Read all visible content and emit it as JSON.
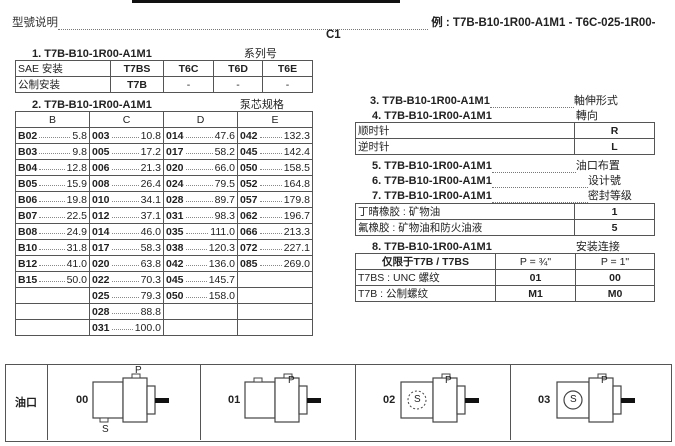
{
  "header": {
    "label": "型號说明",
    "example": "例 : T7B-B10-1R00-A1M1 - T6C-025-1R00-",
    "example_cont": "C1"
  },
  "s1": {
    "title": "1. T7B-B10-1R00-A1M1",
    "suffix": "系列号",
    "cols": [
      "",
      "T7BS",
      "T6C",
      "T6D",
      "T6E"
    ],
    "rows": [
      [
        "SAE 安装",
        "T7BS",
        "T6C",
        "T6D",
        "T6E"
      ],
      [
        "公制安装",
        "T7B",
        "-",
        "-",
        "-"
      ]
    ]
  },
  "s2": {
    "title": "2. T7B-B10-1R00-A1M1",
    "suffix": "泵芯规格",
    "cols": [
      "B",
      "C",
      "D",
      "E"
    ],
    "rows": [
      [
        [
          "B02",
          "5.8"
        ],
        [
          "003",
          "10.8"
        ],
        [
          "014",
          "47.6"
        ],
        [
          "042",
          "132.3"
        ]
      ],
      [
        [
          "B03",
          "9.8"
        ],
        [
          "005",
          "17.2"
        ],
        [
          "017",
          "58.2"
        ],
        [
          "045",
          "142.4"
        ]
      ],
      [
        [
          "B04",
          "12.8"
        ],
        [
          "006",
          "21.3"
        ],
        [
          "020",
          "66.0"
        ],
        [
          "050",
          "158.5"
        ]
      ],
      [
        [
          "B05",
          "15.9"
        ],
        [
          "008",
          "26.4"
        ],
        [
          "024",
          "79.5"
        ],
        [
          "052",
          "164.8"
        ]
      ],
      [
        [
          "B06",
          "19.8"
        ],
        [
          "010",
          "34.1"
        ],
        [
          "028",
          "89.7"
        ],
        [
          "057",
          "179.8"
        ]
      ],
      [
        [
          "B07",
          "22.5"
        ],
        [
          "012",
          "37.1"
        ],
        [
          "031",
          "98.3"
        ],
        [
          "062",
          "196.7"
        ]
      ],
      [
        [
          "B08",
          "24.9"
        ],
        [
          "014",
          "46.0"
        ],
        [
          "035",
          "111.0"
        ],
        [
          "066",
          "213.3"
        ]
      ],
      [
        [
          "B10",
          "31.8"
        ],
        [
          "017",
          "58.3"
        ],
        [
          "038",
          "120.3"
        ],
        [
          "072",
          "227.1"
        ]
      ],
      [
        [
          "B12",
          "41.0"
        ],
        [
          "020",
          "63.8"
        ],
        [
          "042",
          "136.0"
        ],
        [
          "085",
          "269.0"
        ]
      ],
      [
        [
          "B15",
          "50.0"
        ],
        [
          "022",
          "70.3"
        ],
        [
          "045",
          "145.7"
        ],
        [
          "",
          ""
        ]
      ],
      [
        [
          "",
          ""
        ],
        [
          "025",
          "79.3"
        ],
        [
          "050",
          "158.0"
        ],
        [
          "",
          ""
        ]
      ],
      [
        [
          "",
          ""
        ],
        [
          "028",
          "88.8"
        ],
        [
          "",
          ""
        ],
        [
          "",
          ""
        ]
      ],
      [
        [
          "",
          ""
        ],
        [
          "031",
          "100.0"
        ],
        [
          "",
          ""
        ],
        [
          "",
          ""
        ]
      ]
    ]
  },
  "s3": {
    "title": "3. T7B-B10-1R00-A1M1",
    "suffix": "軸伸形式"
  },
  "s4": {
    "title": "4. T7B-B10-1R00-A1M1",
    "suffix": "轉向",
    "rows": [
      [
        "顺时针",
        "R"
      ],
      [
        "逆时针",
        "L"
      ]
    ]
  },
  "s5": {
    "title": "5. T7B-B10-1R00-A1M1",
    "suffix": "油口布置"
  },
  "s6": {
    "title": "6. T7B-B10-1R00-A1M1",
    "suffix": "设计號"
  },
  "s7": {
    "title": "7. T7B-B10-1R00-A1M1",
    "suffix": "密封等级",
    "rows": [
      [
        "丁晴橡胶 : 矿物油",
        "1"
      ],
      [
        "氟橡胶 : 矿物油和防火油液",
        "5"
      ]
    ]
  },
  "s8": {
    "title": "8. T7B-B10-1R00-A1M1",
    "suffix": "安装连接",
    "cols": [
      "仅限于T7B / T7BS",
      "P = ¾\"",
      "P = 1\""
    ],
    "rows": [
      [
        "T7BS : UNC 螺纹",
        "01",
        "00"
      ],
      [
        "T7B : 公制螺纹",
        "M1",
        "M0"
      ]
    ]
  },
  "diagram": {
    "row_label": "油口",
    "items": [
      {
        "num": "00",
        "p": "P",
        "s": "S"
      },
      {
        "num": "01",
        "p": "P",
        "s": ""
      },
      {
        "num": "02",
        "p": "P",
        "s": "S"
      },
      {
        "num": "03",
        "p": "P",
        "s": "S"
      }
    ]
  }
}
